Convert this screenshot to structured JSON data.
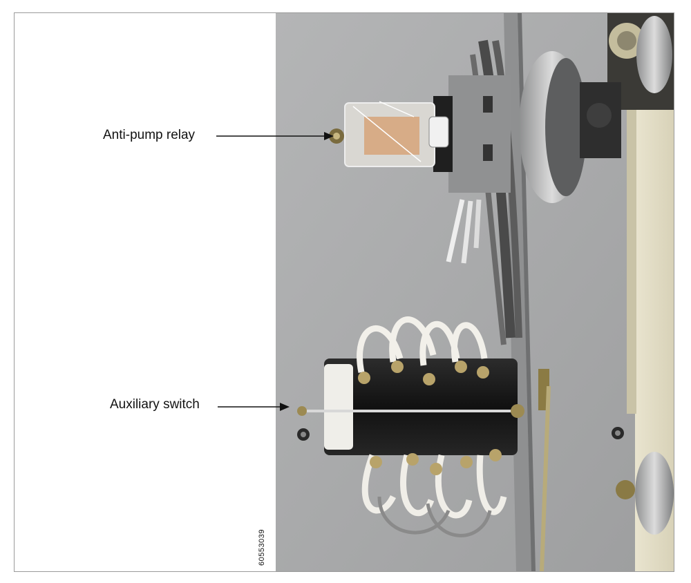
{
  "figure": {
    "callouts": [
      {
        "id": "anti-pump-relay",
        "text": "Anti-pump relay"
      },
      {
        "id": "auxiliary-switch",
        "text": "Auxiliary switch"
      }
    ],
    "figure_number": "60553039"
  },
  "colors": {
    "panel_gray": "#a9aaab",
    "terminal_white": "#f2f0ea",
    "switch_black": "#1a1a1a",
    "brass": "#b8a36a"
  }
}
